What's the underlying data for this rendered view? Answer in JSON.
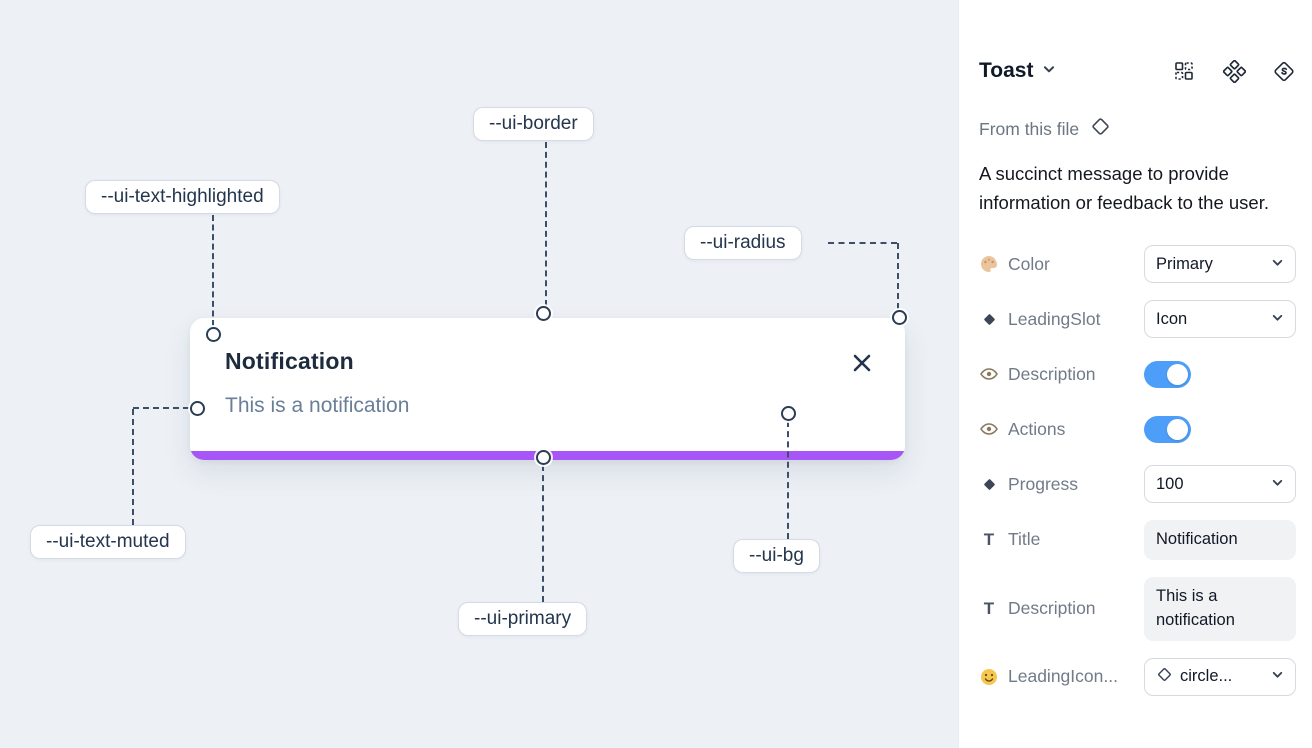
{
  "canvas": {
    "toast": {
      "title": "Notification",
      "description": "This is a notification"
    },
    "variable_labels": {
      "border": "--ui-border",
      "text_highlighted": "--ui-text-highlighted",
      "radius": "--ui-radius",
      "text_muted": "--ui-text-muted",
      "primary": "--ui-primary",
      "bg": "--ui-bg"
    }
  },
  "panel": {
    "title": "Toast",
    "source_label": "From this file",
    "description": "A succinct message to provide information or feedback to the user.",
    "properties": [
      {
        "label": "Color",
        "type": "select",
        "value": "Primary"
      },
      {
        "label": "LeadingSlot",
        "type": "select",
        "value": "Icon"
      },
      {
        "label": "Description",
        "type": "toggle",
        "value": "on"
      },
      {
        "label": "Actions",
        "type": "toggle",
        "value": "on"
      },
      {
        "label": "Progress",
        "type": "select",
        "value": "100"
      },
      {
        "label": "Title",
        "type": "text",
        "value": "Notification"
      },
      {
        "label": "Description",
        "type": "text",
        "value": "This is a notification"
      },
      {
        "label": "LeadingIcon...",
        "type": "select",
        "value": "circle..."
      }
    ]
  },
  "icons": {
    "text_glyph": "T"
  },
  "colors": {
    "primary_bar": "#a855f7",
    "toggle_on": "#4d9ef8",
    "canvas_bg": "#edf1f6"
  }
}
